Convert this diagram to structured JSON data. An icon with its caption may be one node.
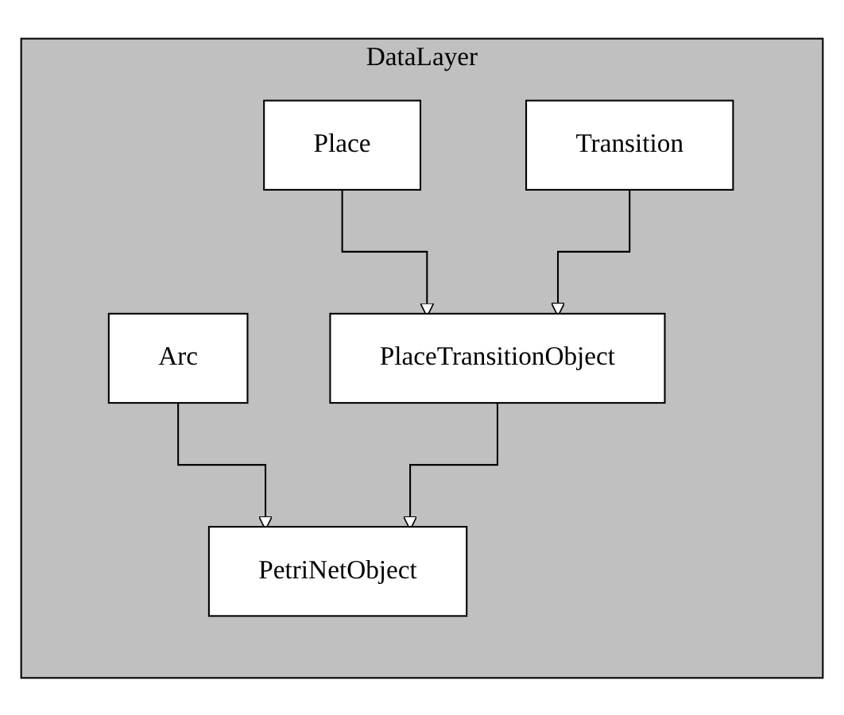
{
  "diagram": {
    "nodes": [
      {
        "text": [
          "DataLayer"
        ]
      },
      {
        "text": [
          "PetriNetObject"
        ],
        "in": 0
      },
      {
        "text": [
          "Arc"
        ],
        "in": 0
      },
      {
        "text": [
          "PlaceTransitionObject"
        ],
        "in": 0
      },
      {
        "text": [
          "Place"
        ],
        "in": 0
      },
      {
        "text": [
          "Transition"
        ],
        "in": 0
      }
    ],
    "edges": [
      {
        "from": 2,
        "to": 1,
        "arrow": "to"
      },
      {
        "from": 3,
        "to": 1,
        "arrow": "to"
      },
      {
        "from": 4,
        "to": 3,
        "arrow": "to"
      },
      {
        "from": 5,
        "to": 3,
        "arrow": "to"
      }
    ]
  }
}
